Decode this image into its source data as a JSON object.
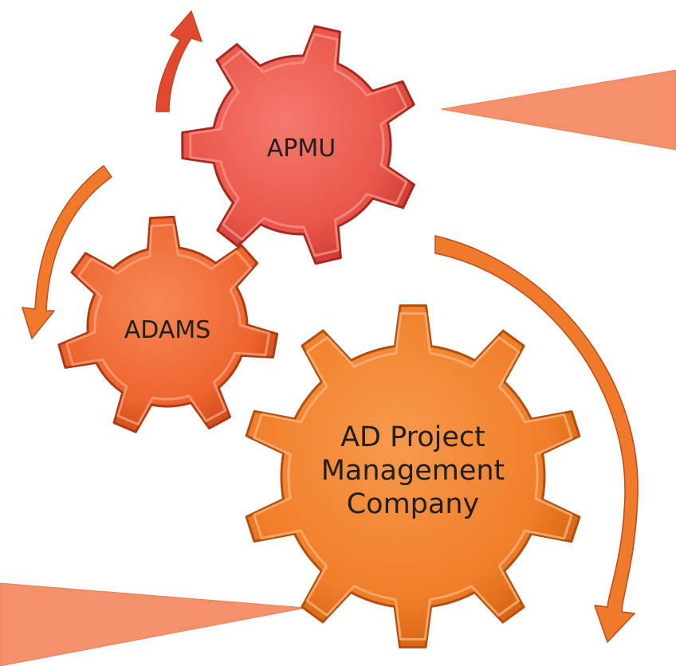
{
  "gears": [
    {
      "id": "apmu",
      "label_lines": [
        "APMU"
      ],
      "fill": "#e8564a",
      "dark": "#a8281f",
      "light": "#f69186"
    },
    {
      "id": "adams",
      "label_lines": [
        "ADAMS"
      ],
      "fill": "#ee6530",
      "dark": "#b03a10",
      "light": "#f8a07a"
    },
    {
      "id": "adpmc",
      "label_lines": [
        "AD Project",
        "Management",
        "Company"
      ],
      "fill": "#f07e2a",
      "dark": "#b24f0c",
      "light": "#f9b27a"
    }
  ],
  "arrows": {
    "red": "#e0492f",
    "orange": "#ef7a2c"
  },
  "callouts": {
    "fill": "#f5906c",
    "stroke": "#e88055"
  }
}
